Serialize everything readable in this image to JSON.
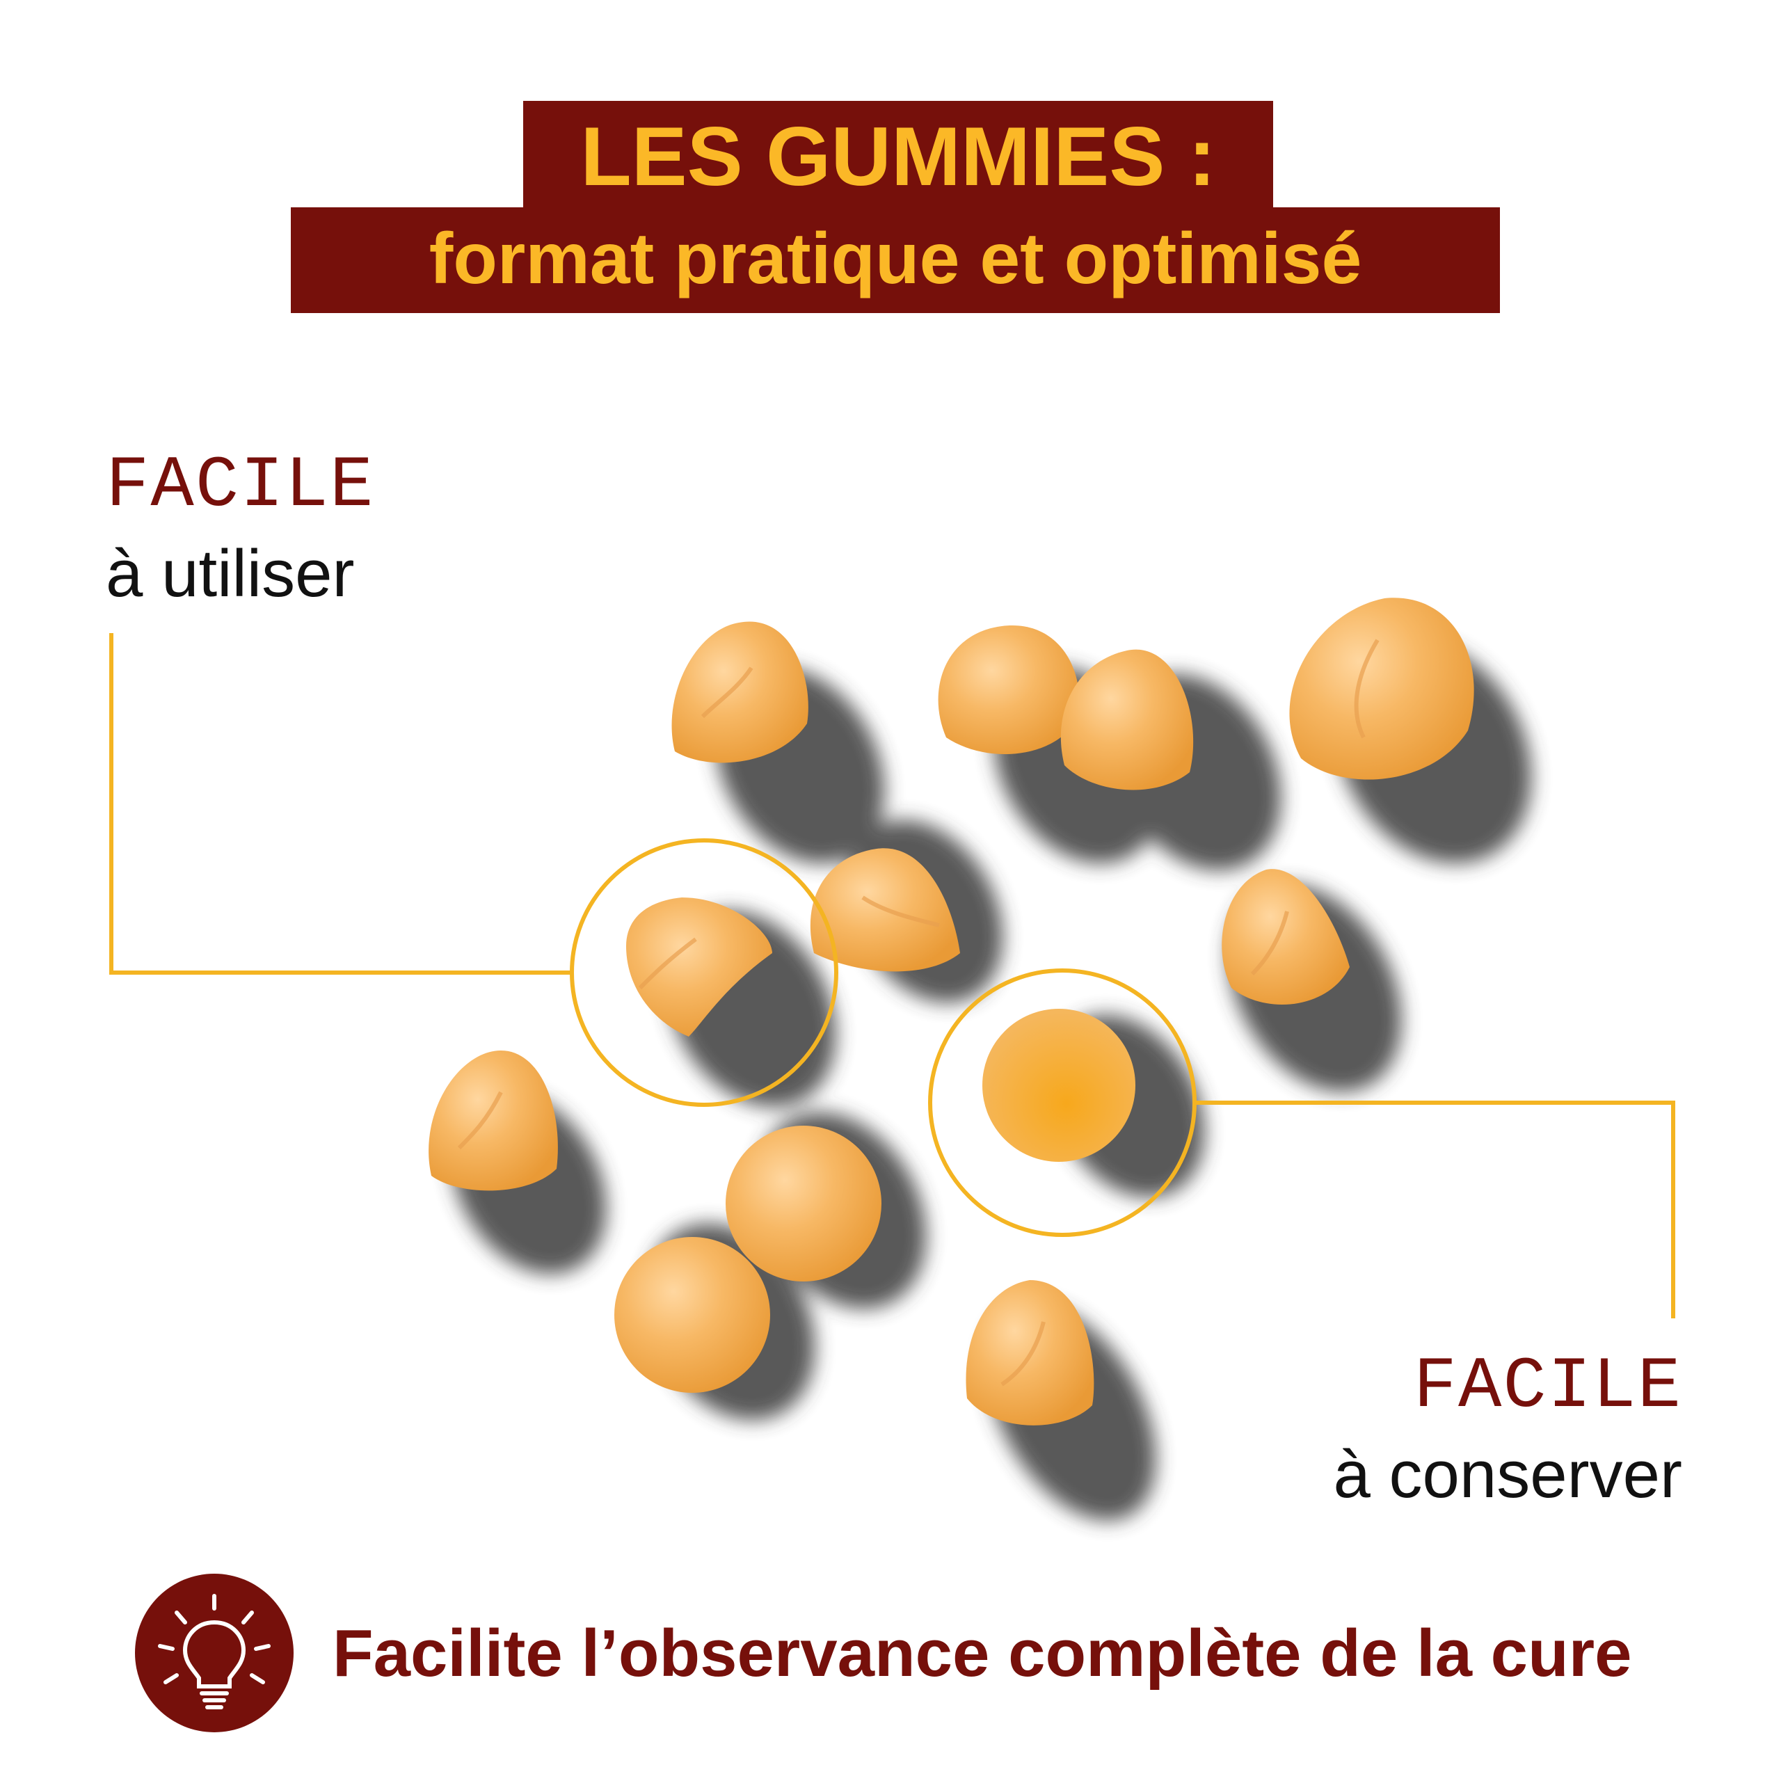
{
  "title": {
    "line1": "LES GUMMIES :",
    "line2": "format pratique et optimisé"
  },
  "callouts": [
    {
      "heading": "FACILE",
      "text": "à utiliser"
    },
    {
      "heading": "FACILE",
      "text": "à conserver"
    }
  ],
  "footer": {
    "icon": "lightbulb-icon",
    "text": "Facilite l’observance complète de la cure"
  },
  "colors": {
    "brand_dark_red": "#76100b",
    "accent_yellow": "#fbb827",
    "gummy_orange": "#f4b04a"
  }
}
